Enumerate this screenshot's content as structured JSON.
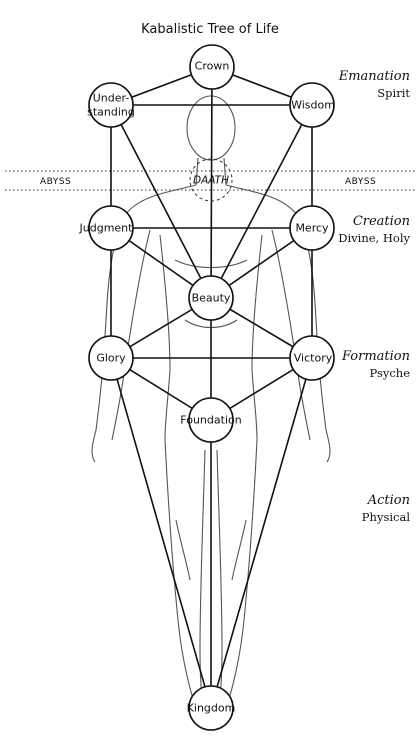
{
  "title": "Kabalistic Tree of Life",
  "abyss": {
    "left_label": "ABYSS",
    "right_label": "ABYSS",
    "center_label": "DAATH"
  },
  "sephirot": {
    "crown": "Crown",
    "understanding_line1": "Under-",
    "understanding_line2": "standing",
    "wisdom": "Wisdom",
    "judgment": "Judgment",
    "mercy": "Mercy",
    "beauty": "Beauty",
    "glory": "Glory",
    "victory": "Victory",
    "foundation": "Foundation",
    "kingdom": "Kingdom"
  },
  "worlds": [
    {
      "name": "Emanation",
      "sub": "Spirit"
    },
    {
      "name": "Creation",
      "sub": "Divine, Holy"
    },
    {
      "name": "Formation",
      "sub": "Psyche"
    },
    {
      "name": "Action",
      "sub": "Physical"
    }
  ]
}
